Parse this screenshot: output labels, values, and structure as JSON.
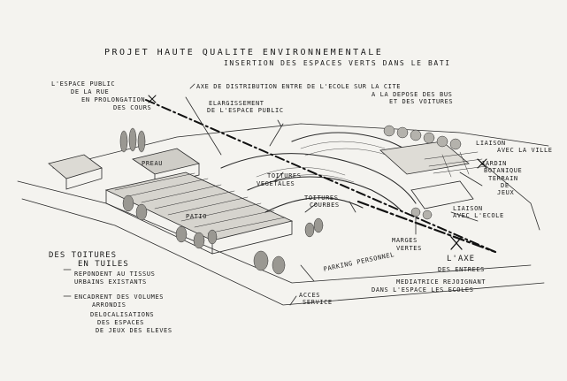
{
  "title": "PROJET HAUTE QUALITE ENVIRONNEMENTALE",
  "subtitle": "INSERTION DES ESPACES VERTS DANS LE BATI",
  "labels": {
    "espace_public_1": "L'ESPACE PUBLIC",
    "espace_public_2": "DE LA RUE",
    "espace_public_3": "EN PROLONGATION",
    "espace_public_4": "DES COURS",
    "axe_dist_1": "AXE DE DISTRIBUTION ENTRE DE L'ECOLE SUR LA CITE",
    "axe_dist_2": "A LA DEPOSE DES BUS",
    "axe_dist_3": "ET DES VOITURES",
    "elargissement_1": "ELARGISSEMENT",
    "elargissement_2": "DE L'ESPACE PUBLIC",
    "liaison_ville_1": "LIAISON",
    "liaison_ville_2": "AVEC LA VILLE",
    "jardin_1": "JARDIN",
    "jardin_2": "BOTANIQUE",
    "terrain_1": "TERRAIN",
    "terrain_2": "DE",
    "terrain_3": "JEUX",
    "preau": "PREAU",
    "toitures_vegetales_1": "TOITURES",
    "toitures_vegetales_2": "VEGETALES",
    "toitures_courbes_1": "TOITURES",
    "toitures_courbes_2": "COURBES",
    "patio": "PATIO",
    "liaison_ecole_1": "LIAISON",
    "liaison_ecole_2": "AVEC L'ECOLE",
    "marges_1": "MARGES",
    "marges_2": "VERTES",
    "toitures_tuiles_1": "DES TOITURES",
    "toitures_tuiles_2": "EN TUILES",
    "repondent_1": "REPONDENT AU TISSUS",
    "repondent_2": "URBAINS EXISTANTS",
    "encadrent_1": "ENCADRENT DES VOLUMES",
    "encadrent_2": "ARRONDIS",
    "delocalisation_1": "DELOCALISATIONS",
    "delocalisation_2": "DES ESPACES",
    "delocalisation_3": "DE JEUX DES ELEVES",
    "parking": "PARKING PERSONNEL",
    "acces_1": "ACCES",
    "acces_2": "SERVICE",
    "axe_1": "L'AXE",
    "axe_2": "DES ENTREES",
    "axe_3": "MEDIATRICE REJOIGNANT",
    "axe_4": "DANS L'ESPACE LES ECOLES"
  },
  "ink_color": "#1a1a1a",
  "paper_color": "#f4f3ef"
}
